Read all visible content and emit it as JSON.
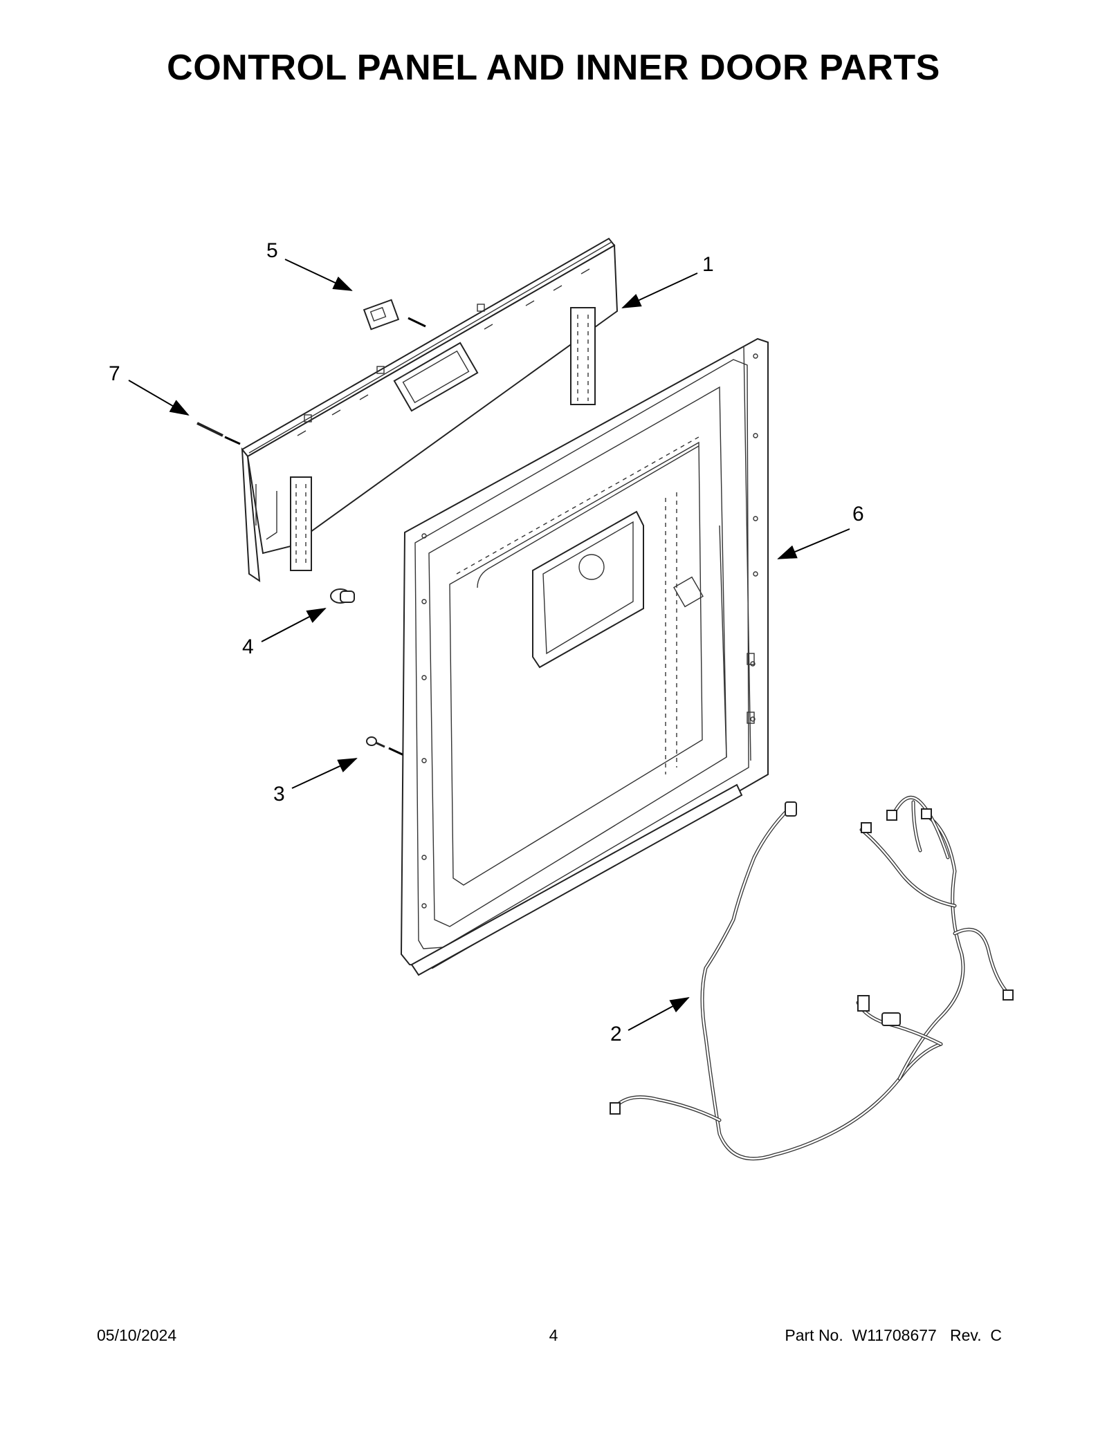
{
  "page": {
    "title": "CONTROL PANEL AND INNER DOOR PARTS",
    "date": "05/10/2024",
    "page_number": "4",
    "part_number": "Part No.  W11708677   Rev.  C"
  },
  "callouts": [
    {
      "id": "1",
      "label": "1"
    },
    {
      "id": "2",
      "label": "2"
    },
    {
      "id": "3",
      "label": "3"
    },
    {
      "id": "4",
      "label": "4"
    },
    {
      "id": "5",
      "label": "5"
    },
    {
      "id": "6",
      "label": "6"
    },
    {
      "id": "7",
      "label": "7"
    }
  ],
  "colors": {
    "line": "#222222",
    "background": "#ffffff"
  }
}
